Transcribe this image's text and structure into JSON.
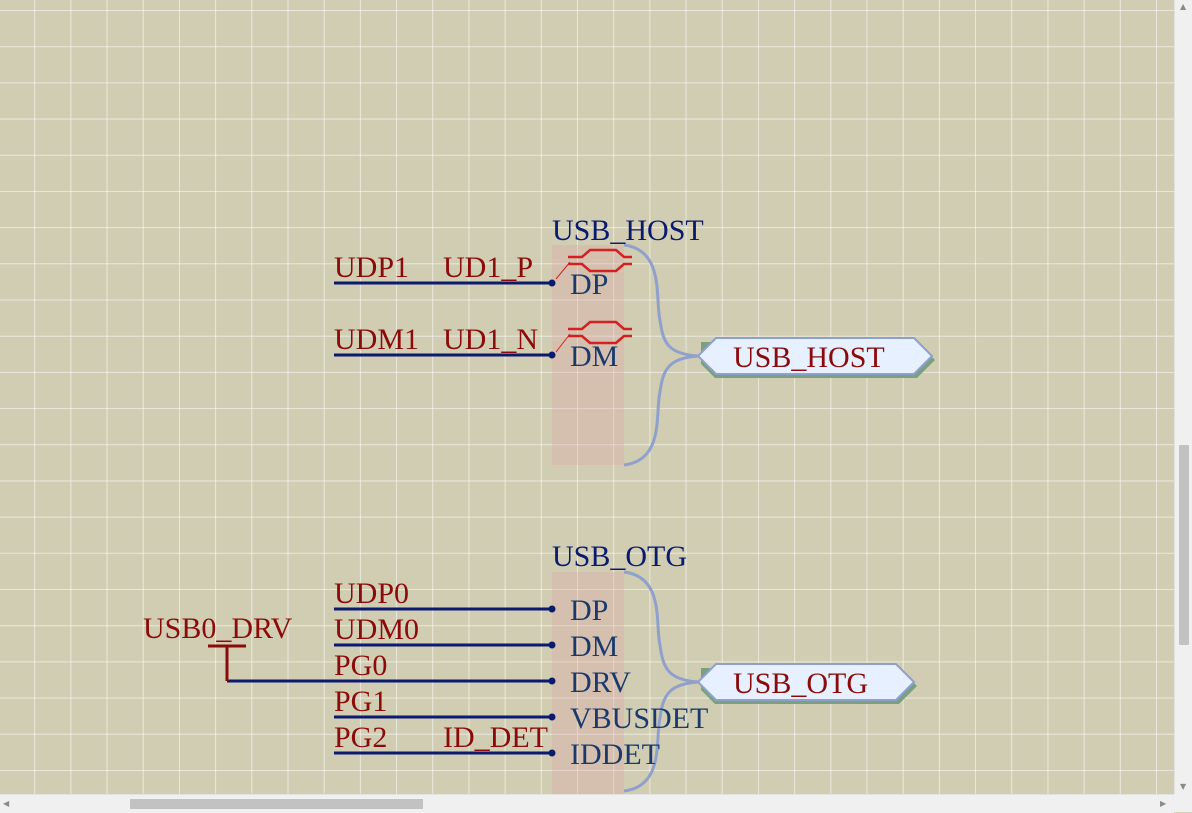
{
  "schematic": {
    "usb_host": {
      "title": "USB_HOST",
      "port_label": "USB_HOST",
      "pins": [
        "DP",
        "DM"
      ],
      "nets": [
        {
          "left": "UDP1",
          "right": "UD1_P"
        },
        {
          "left": "UDM1",
          "right": "UD1_N"
        }
      ]
    },
    "usb_otg": {
      "title": "USB_OTG",
      "port_label": "USB_OTG",
      "pins": [
        "DP",
        "DM",
        "DRV",
        "VBUSDET",
        "IDDET"
      ],
      "nets": [
        "UDP0",
        "UDM0",
        "PG0",
        "PG1",
        "PG2"
      ],
      "id_det_label": "ID_DET",
      "power_label": "USB0_DRV"
    }
  },
  "colors": {
    "background": "#d1cdb3",
    "wire": "#0a1a6e",
    "net_label": "#8b0a0a",
    "bus": "#8fa0cc",
    "port_fill": "#e6f0ff"
  },
  "icons": [
    "scroll-arrow-up-icon",
    "scroll-arrow-down-icon",
    "scroll-arrow-left-icon",
    "scroll-arrow-right-icon"
  ]
}
